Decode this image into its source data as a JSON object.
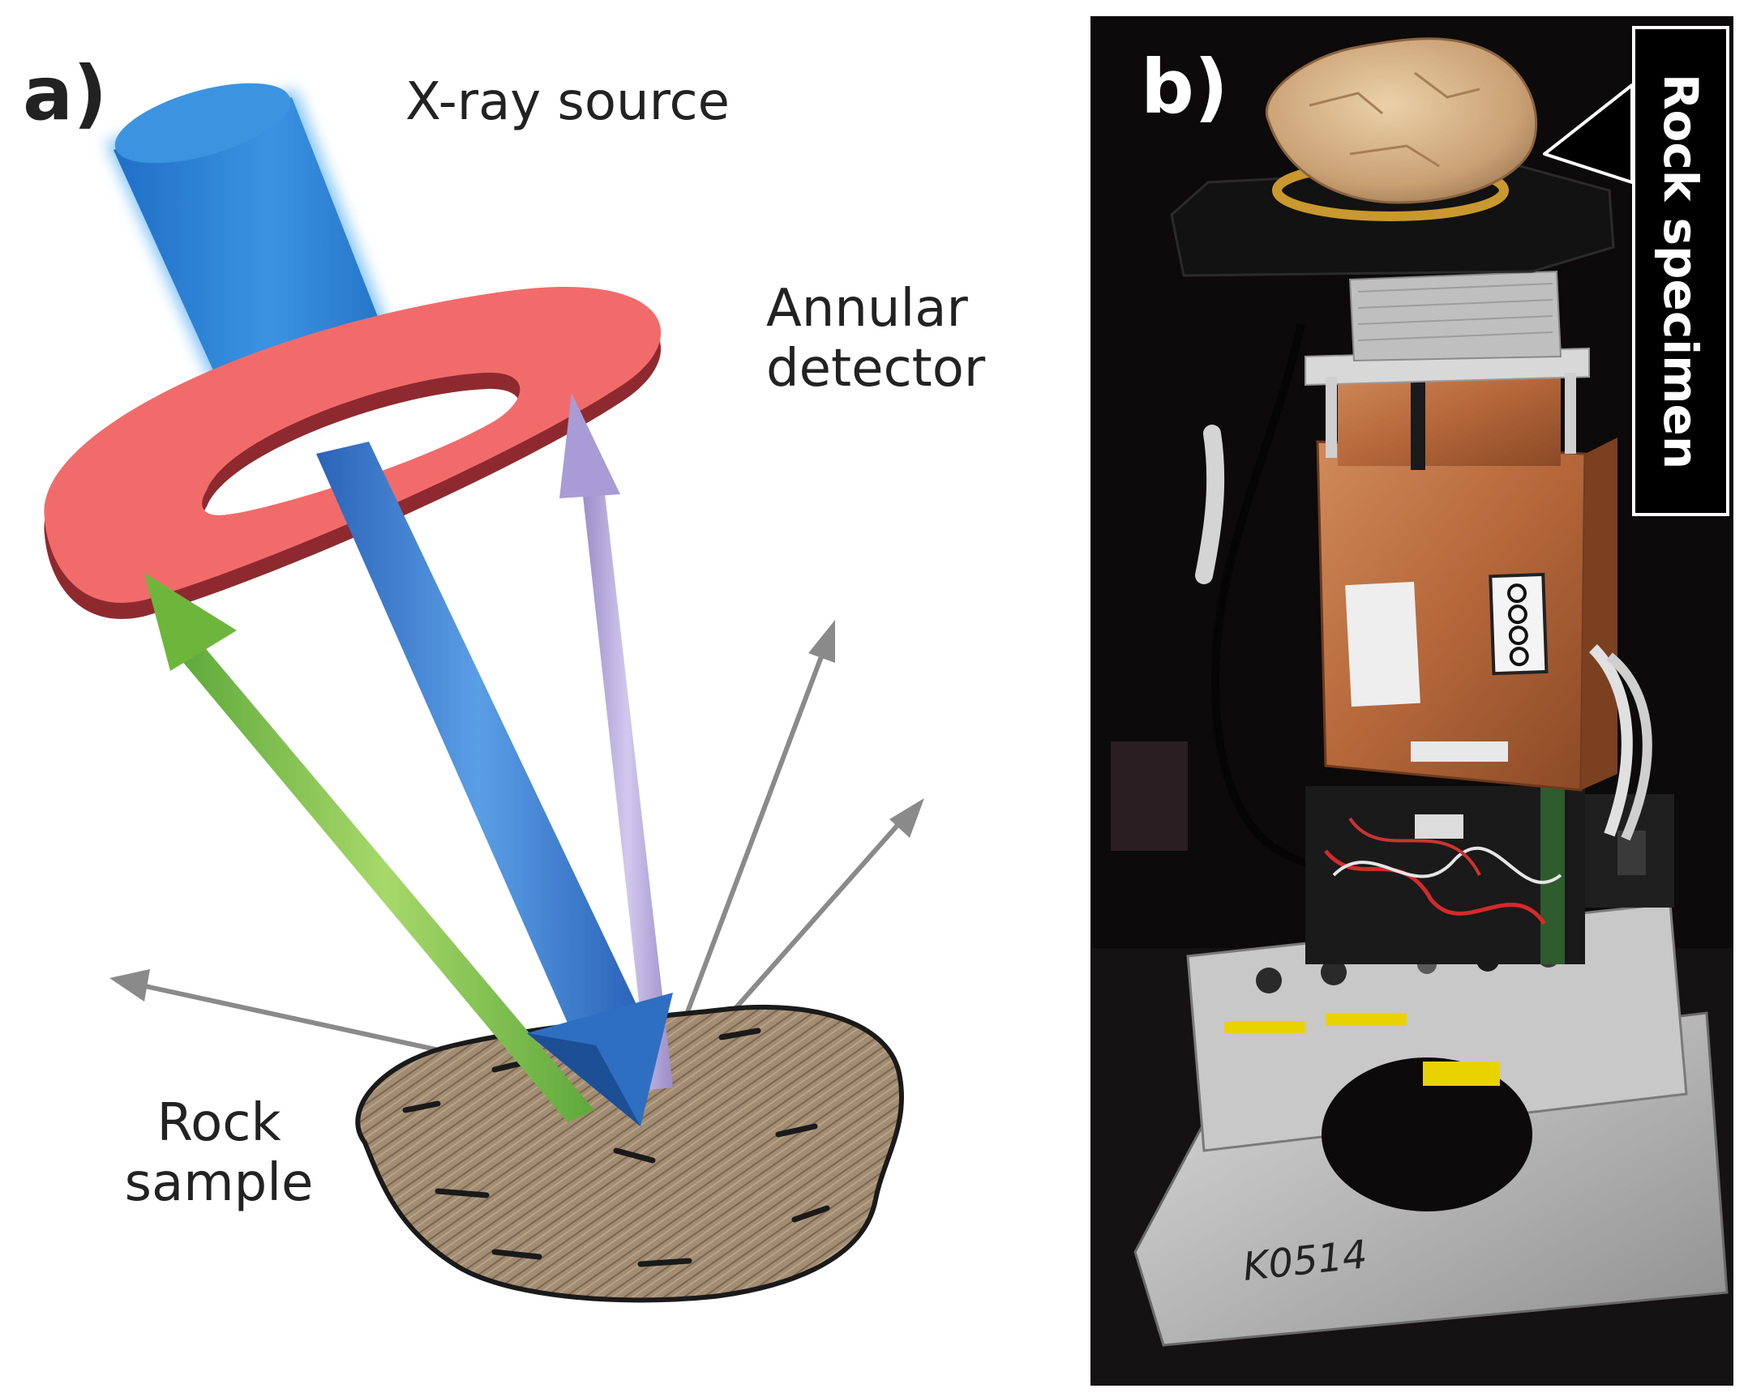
{
  "panel_a": {
    "letter": "a)",
    "labels": {
      "xray_source": "X-ray source",
      "annular_detector_line1": "Annular",
      "annular_detector_line2": "detector",
      "rock_sample_line1": "Rock",
      "rock_sample_line2": "sample"
    },
    "colors": {
      "source": "#2f86d8",
      "ring": "#f26b6b",
      "ring_inner": "#8e2a2f",
      "beam_blue": "#3a7fd0",
      "beam_green": "#7cc142",
      "beam_lavender": "#b3a5d8",
      "scatter_gray": "#8a8a8a",
      "rock": "#a48e74"
    }
  },
  "panel_b": {
    "letter": "b)",
    "callout": "Rock specimen",
    "handwriting": "K0514",
    "colors": {
      "background": "#0c0a0b",
      "copper": "#b5673a",
      "aluminum": "#c4c4c4",
      "rock": "#d9b48a"
    }
  }
}
